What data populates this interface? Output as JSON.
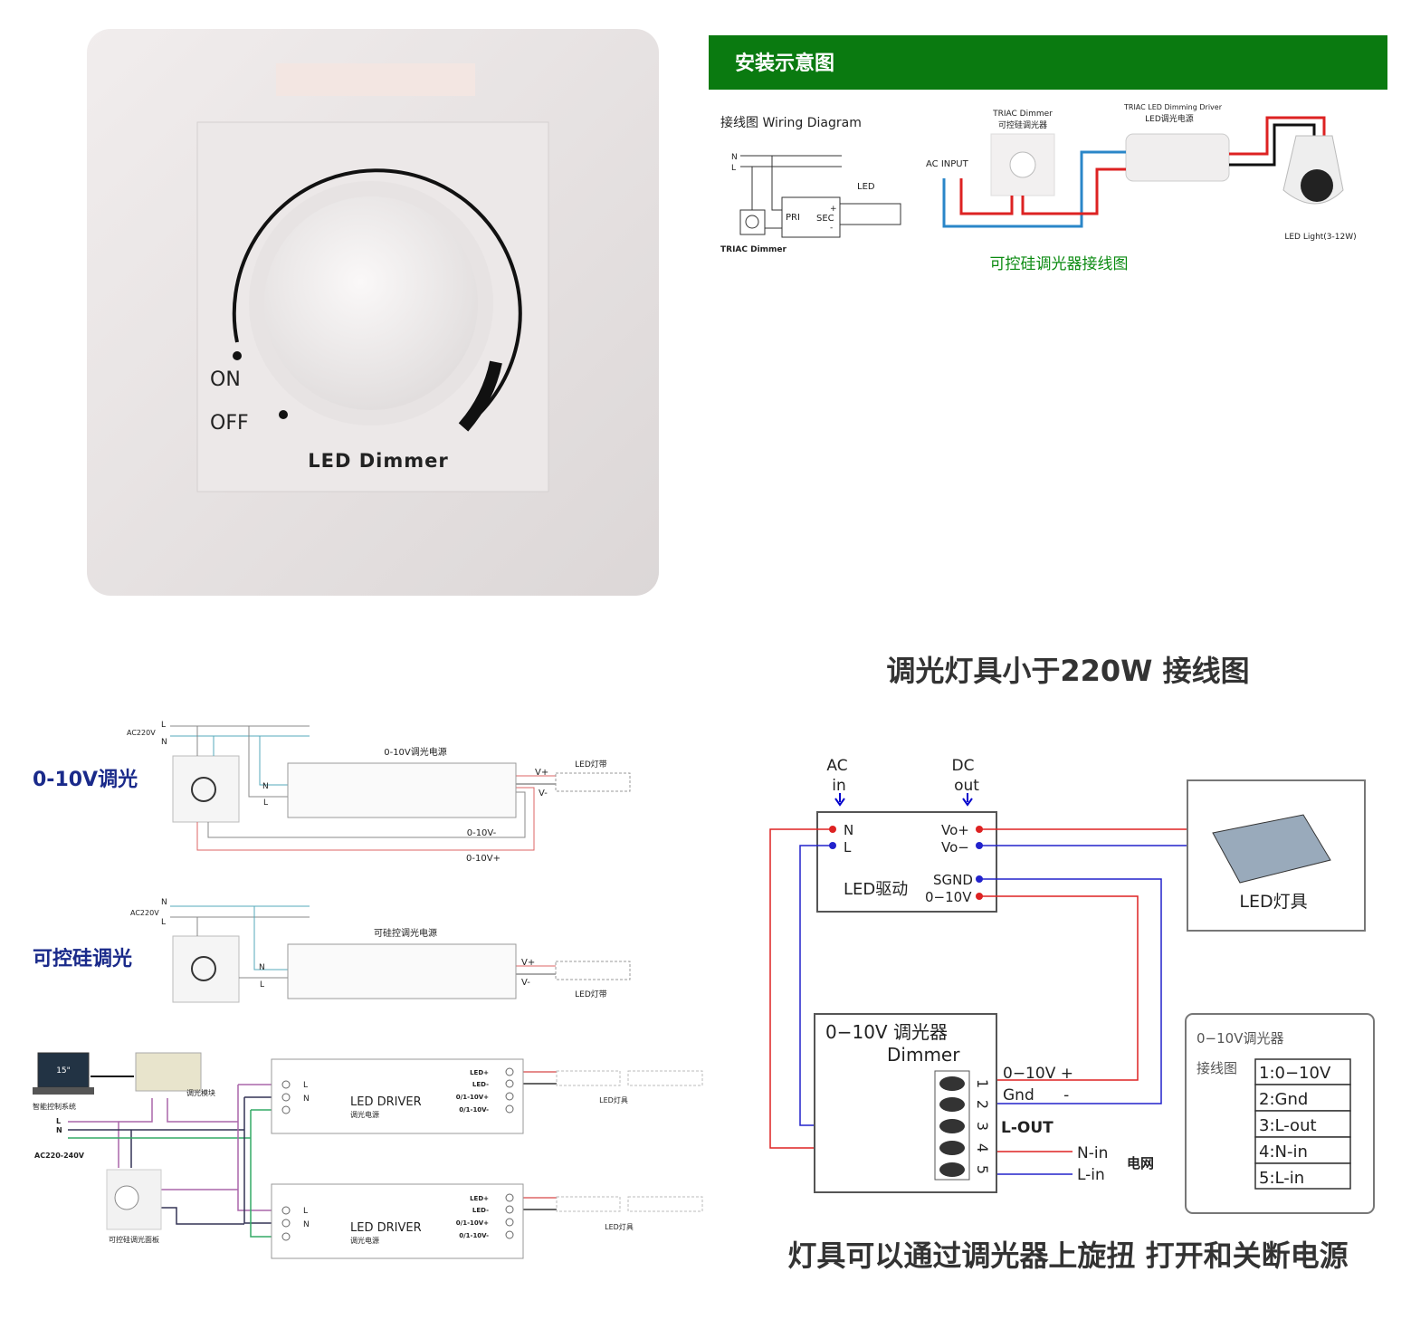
{
  "product": {
    "on_label": "ON",
    "off_label": "OFF",
    "brand_label": "LED Dimmer"
  },
  "install": {
    "header": "安装示意图",
    "wiring_title": "接线图 Wiring Diagram",
    "n": "N",
    "l": "L",
    "pri": "PRI",
    "sec": "SEC",
    "plus": "+",
    "minus": "-",
    "led": "LED",
    "triac_dimmer": "TRIAC Dimmer",
    "ac_input": "AC  INPUT",
    "dimmer_en": "TRIAC Dimmer",
    "dimmer_cn": "可控硅调光器",
    "driver_en": "TRIAC LED Dimming Driver",
    "driver_cn": "LED调光电源",
    "light": "LED Light(3-12W)",
    "caption": "可控硅调光器接线图",
    "accent": "#0a7a10"
  },
  "d010": {
    "title": "0-10V调光",
    "ac": "AC220V",
    "l": "L",
    "n": "N",
    "psu": "0-10V调光电源",
    "strip": "LED灯带",
    "vplus": "V+",
    "vminus": "V-",
    "n2": "N",
    "l2": "L",
    "ctrl_minus": "0-10V-",
    "ctrl_plus": "0-10V+"
  },
  "triac": {
    "title": "可控硅调光",
    "ac": "AC220V",
    "n": "N",
    "l": "L",
    "psu": "可硅控调光电源",
    "strip": "LED灯带",
    "vplus": "V+",
    "vminus": "V-",
    "n2": "N",
    "l2": "L"
  },
  "system": {
    "screen": "15\"",
    "pc": "智能控制系统",
    "module": "调光模块",
    "l": "L",
    "n": "N",
    "ac": "AC220-240V",
    "panel": "可控硅调光面板",
    "drivers": [
      {
        "title": "LED DRIVER",
        "sub": "调光电源",
        "t1": "LED+",
        "t2": "LED-",
        "t3": "0/1-10V+",
        "t4": "0/1-10V-",
        "l": "L",
        "n": "N",
        "lamp": "LED灯具"
      },
      {
        "title": "LED DRIVER",
        "sub": "调光电源",
        "t1": "LED+",
        "t2": "LED-",
        "t3": "0/1-10V+",
        "t4": "0/1-10V-",
        "l": "L",
        "n": "N",
        "lamp": "LED灯具"
      }
    ]
  },
  "right": {
    "title": "调光灯具小于220W 接线图",
    "ac1": "AC",
    "ac2": "in",
    "dc1": "DC",
    "dc2": "out",
    "drv_n": "N",
    "drv_l": "L",
    "vo_plus": "Vo+",
    "vo_minus": "Vo−",
    "sgnd": "SGND",
    "v010": "0−10V",
    "driver": "LED驱动",
    "lamp": "LED灯具",
    "dim_title": "0−10V  调光器",
    "dim_sub": "Dimmer",
    "pins": [
      "1",
      "2",
      "3",
      "4",
      "5"
    ],
    "p1": "0−10V +",
    "p2": "Gnd      -",
    "p3": "L-OUT",
    "p4": "N-in",
    "p5": "L-in",
    "grid": "电网",
    "legend_title": "0−10V调光器",
    "legend_sub": "接线图",
    "legend": [
      "1:0−10V",
      "2:Gnd",
      "3:L-out",
      "4:N-in",
      "5:L-in"
    ],
    "caption": "灯具可以通过调光器上旋扭 打开和关断电源"
  }
}
